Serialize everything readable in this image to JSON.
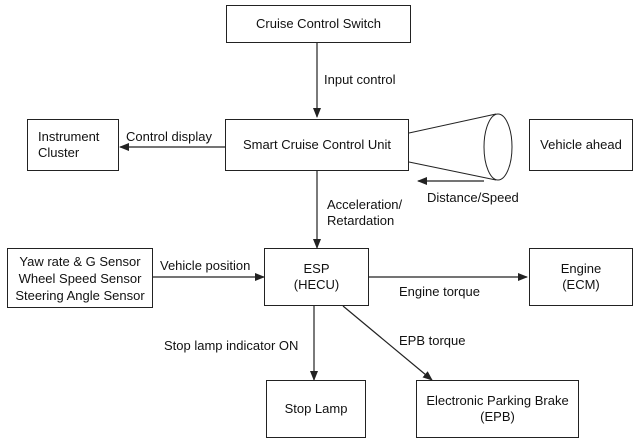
{
  "nodes": {
    "cruise_switch": "Cruise Control Switch",
    "scc_unit": "Smart Cruise Control Unit",
    "instrument_cluster": "Instrument\nCluster",
    "vehicle_ahead": "Vehicle ahead",
    "sensors": "Yaw rate & G Sensor\nWheel Speed Sensor\nSteering Angle Sensor",
    "esp": "ESP\n(HECU)",
    "engine": "Engine\n(ECM)",
    "stop_lamp": "Stop Lamp",
    "epb": "Electronic Parking Brake\n(EPB)"
  },
  "edges": {
    "input_control": "Input control",
    "control_display": "Control display",
    "distance_speed": "Distance/Speed",
    "accel_retard": "Acceleration/\nRetardation",
    "vehicle_position": "Vehicle position",
    "engine_torque": "Engine torque",
    "stop_lamp_on": "Stop lamp indicator ON",
    "epb_torque": "EPB torque"
  }
}
